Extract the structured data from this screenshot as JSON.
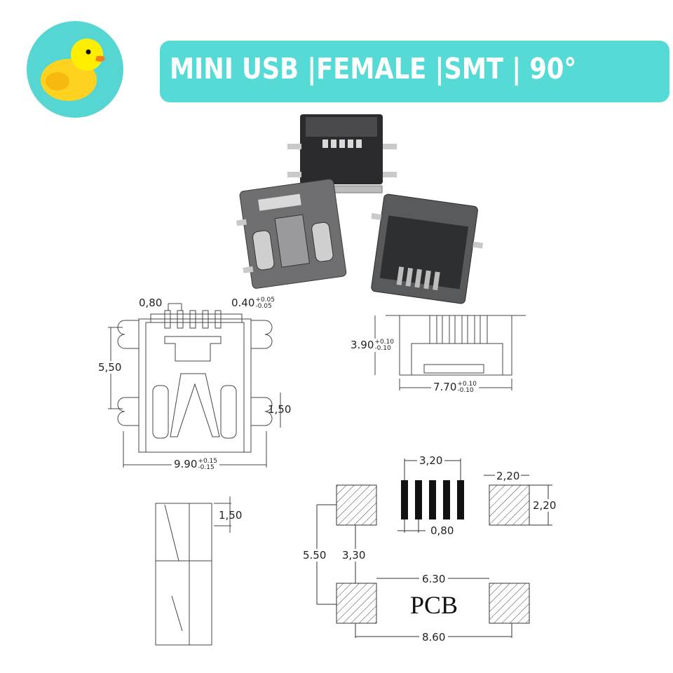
{
  "header": {
    "title": "MINI USB |FEMALE |SMT | 90°",
    "banner_color": "#56dad5",
    "logo": {
      "icon": "rubber-duck-icon",
      "background": "#55d6d3"
    }
  },
  "photo": {
    "description": "Three mini USB female SMT connectors"
  },
  "top_view": {
    "pitch": "0,80",
    "pin_width": "0.40",
    "pin_width_tol_plus": "+0.05",
    "pin_width_tol_minus": "-0.05",
    "mount_spacing": "5,50",
    "tab_width": "1,50",
    "body_width": "9.90",
    "body_width_tol_plus": "+0.15",
    "body_width_tol_minus": "-0.15"
  },
  "front_view": {
    "height": "3.90",
    "height_tol_plus": "+0.10",
    "height_tol_minus": "-0.10",
    "width": "7.70",
    "width_tol_plus": "+0.10",
    "width_tol_minus": "-0.10"
  },
  "side_view": {
    "tab_height": "1,50"
  },
  "pcb_footprint": {
    "label": "PCB",
    "pin_span": "3,20",
    "pin_pitch": "0,80",
    "pad_width": "2,20",
    "pad_height": "2,20",
    "pad_vertical_spacing": "5.50",
    "pad_gap_vertical": "3,30",
    "inner_gap": "6.30",
    "outer_span": "8.60"
  }
}
